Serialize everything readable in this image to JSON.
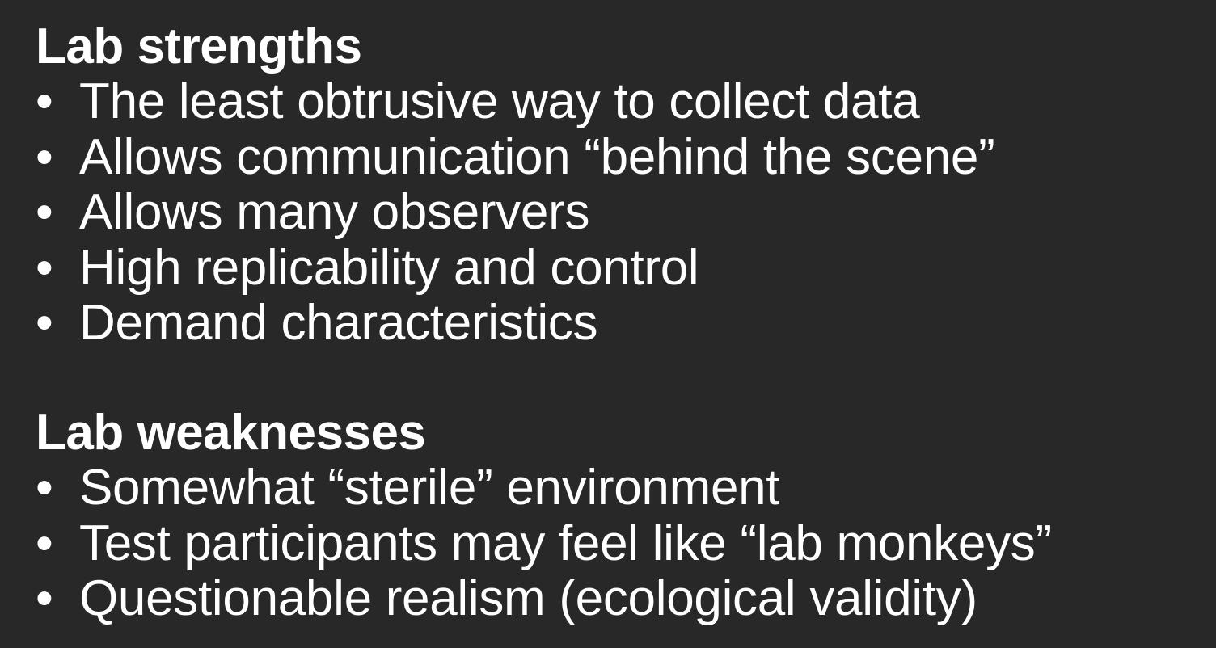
{
  "slide": {
    "background": "#282828",
    "text_color": "#ffffff",
    "strengths": {
      "heading": "Lab strengths",
      "items": [
        "The least obtrusive way to collect data",
        "Allows communication “behind the scene”",
        "Allows many observers",
        "High replicability and control",
        "Demand characteristics"
      ]
    },
    "weaknesses": {
      "heading": "Lab weaknesses",
      "items": [
        "Somewhat “sterile” environment",
        "Test participants may feel like “lab monkeys”",
        "Questionable realism (ecological validity)"
      ]
    },
    "bullet_char": "•"
  }
}
